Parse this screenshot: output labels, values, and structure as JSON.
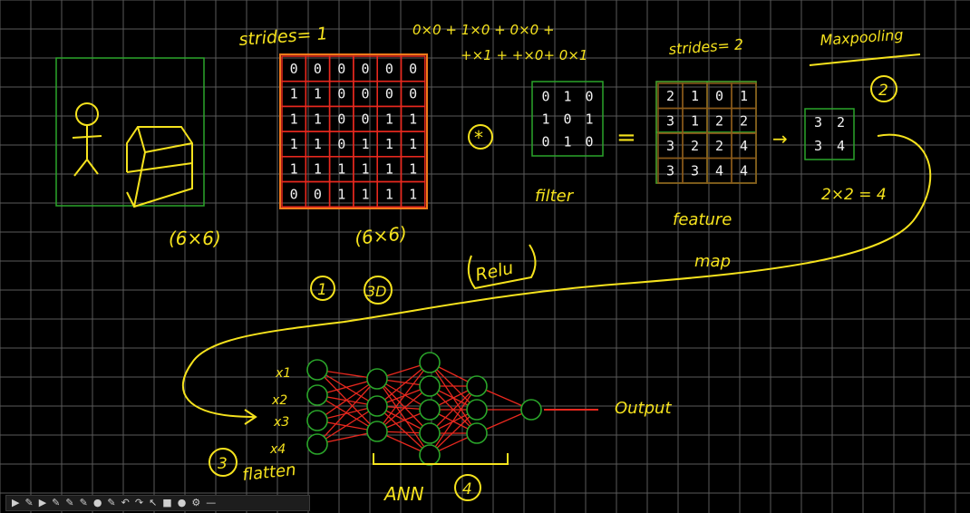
{
  "board": {
    "strides_1": "strides= 1",
    "strides_2": "strides= 2",
    "calc_line1": "0×0 + 1×0 + 0×0 +",
    "calc_line2": "+×1 + +×0+ 0×1",
    "maxpooling": "Maxpooling",
    "size_input": "(6×6)",
    "size_matrix": "(6×6)",
    "circle_1": "1",
    "label_3d": "3D",
    "relu": "Relu",
    "conv_op": "*",
    "equals": "=",
    "filter_label": "filter",
    "feature_label": "feature",
    "map_label": "map",
    "arrow": "→",
    "circle_2": "2",
    "pool_calc": "2×2 = 4",
    "inputs": [
      "x1",
      "x2",
      "x3",
      "x4"
    ],
    "circle_3": "3",
    "flatten": "flatten",
    "ann": "ANN",
    "circle_4": "4",
    "output": "Output"
  },
  "input_matrix": [
    [
      "0",
      "0",
      "0",
      "0",
      "0",
      "0"
    ],
    [
      "1",
      "1",
      "0",
      "0",
      "0",
      "0"
    ],
    [
      "1",
      "1",
      "0",
      "0",
      "1",
      "1"
    ],
    [
      "1",
      "1",
      "0",
      "1",
      "1",
      "1"
    ],
    [
      "1",
      "1",
      "1",
      "1",
      "1",
      "1"
    ],
    [
      "0",
      "0",
      "1",
      "1",
      "1",
      "1"
    ]
  ],
  "filter_matrix": [
    [
      "0",
      "1",
      "0"
    ],
    [
      "1",
      "0",
      "1"
    ],
    [
      "0",
      "1",
      "0"
    ]
  ],
  "feature_map": [
    [
      "2",
      "1",
      "0",
      "1"
    ],
    [
      "3",
      "1",
      "2",
      "2"
    ],
    [
      "3",
      "2",
      "2",
      "4"
    ],
    [
      "3",
      "3",
      "4",
      "4"
    ]
  ],
  "pooled": [
    [
      "3",
      "2"
    ],
    [
      "3",
      "4"
    ]
  ],
  "toolbar": {
    "items": [
      "▶",
      "✎",
      "▶",
      "✎",
      "✎",
      "✎",
      "●",
      "✎",
      "↶",
      "↷",
      "↖",
      "■",
      "●",
      "⚙",
      "—"
    ]
  },
  "colors": {
    "background": "#000000",
    "grid": "#5a5a5a",
    "ink": "#f5e21d",
    "red": "#e8281e",
    "green": "#2aa52a",
    "orange": "#f07a1a"
  }
}
